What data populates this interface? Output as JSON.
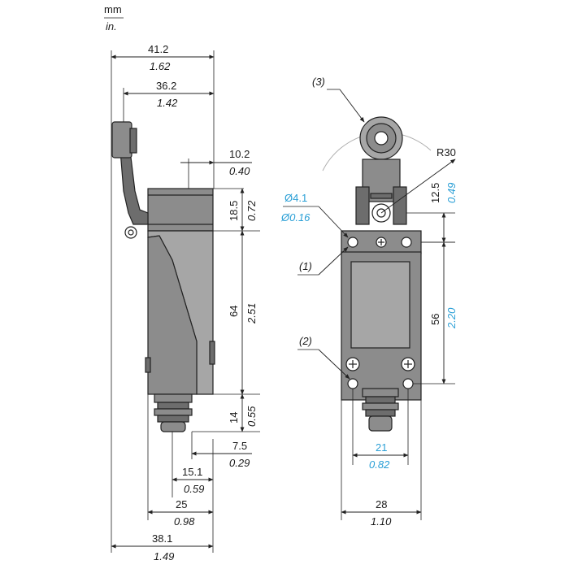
{
  "units": {
    "primary": "mm",
    "secondary": "in."
  },
  "side_view": {
    "overall_width": {
      "mm": "41.2",
      "in": "1.62"
    },
    "lever_width": {
      "mm": "36.2",
      "in": "1.42"
    },
    "offset_top": {
      "mm": "10.2",
      "in": "0.40"
    },
    "head_height": {
      "mm": "18.5",
      "in": "0.72"
    },
    "body_height": {
      "mm": "64",
      "in": "2.51"
    },
    "gland_height": {
      "mm": "14",
      "in": "0.55"
    },
    "gland_offset": {
      "mm": "7.5",
      "in": "0.29"
    },
    "gland_width": {
      "mm": "15.1",
      "in": "0.59"
    },
    "body_depth": {
      "mm": "25",
      "in": "0.98"
    },
    "base_width": {
      "mm": "38.1",
      "in": "1.49"
    }
  },
  "front_view": {
    "callout_roller": "(3)",
    "callout_hole": "(1)",
    "callout_mount": "(2)",
    "radius": "R30",
    "hole_dia": {
      "mm": "Ø4.1",
      "in": "Ø0.16"
    },
    "lever_offset": {
      "mm": "12.5",
      "in": "0.49"
    },
    "hole_spacing": {
      "mm": "56",
      "in": "2.20"
    },
    "mount_width": {
      "mm": "21",
      "in": "0.82"
    },
    "body_width": {
      "mm": "28",
      "in": "1.10"
    }
  },
  "colors": {
    "dimension_blue": "#2a9fd6",
    "body_gray": "#8c8c8c",
    "line": "#222222"
  }
}
